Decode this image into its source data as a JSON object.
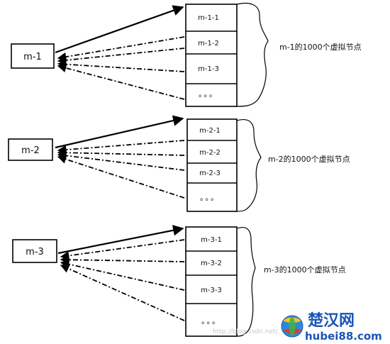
{
  "groups": [
    {
      "server": "m-1",
      "cells": [
        "m-1-1",
        "m-1-2",
        "m-1-3",
        "。。。"
      ],
      "caption": "m-1的1000个虚拟节点"
    },
    {
      "server": "m-2",
      "cells": [
        "m-2-1",
        "m-2-2",
        "m-2-3",
        "。。。"
      ],
      "caption": "m-2的1000个虚拟节点"
    },
    {
      "server": "m-3",
      "cells": [
        "m-3-1",
        "m-3-2",
        "m-3-3",
        "。。。"
      ],
      "caption": "m-3的1000个虚拟节点"
    }
  ],
  "watermark": {
    "url_text": "http://blog.csdn.net/",
    "brand_cn": "楚汉网",
    "brand_en": "hubei88.com"
  },
  "colors": {
    "line": "#000000",
    "brand": "#1a55b5"
  }
}
